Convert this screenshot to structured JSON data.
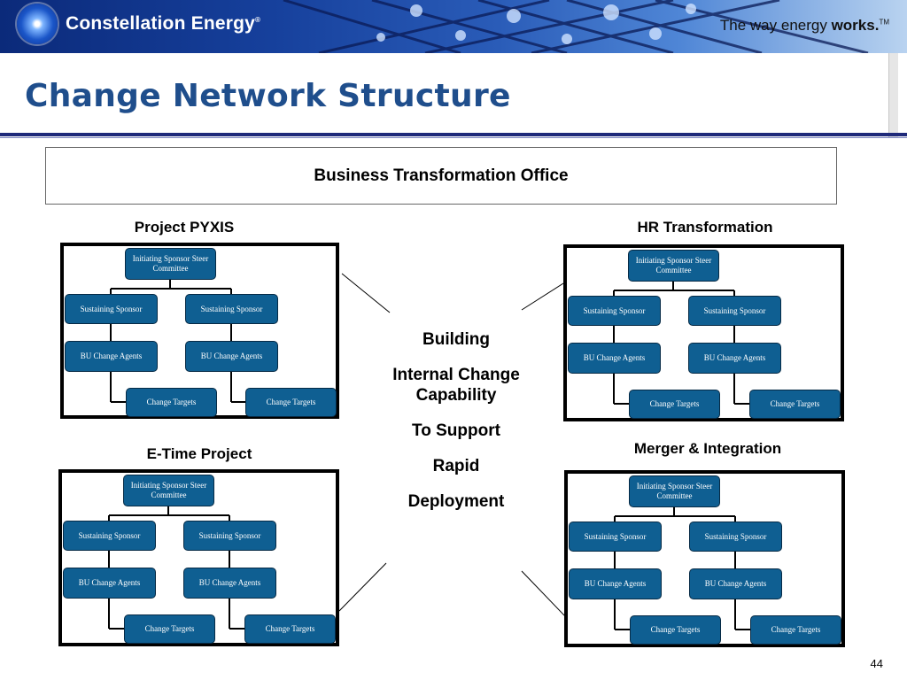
{
  "header": {
    "company": "Constellation Energy",
    "tagline_prefix": "The way energy ",
    "tagline_bold": "works."
  },
  "slide": {
    "title": "Change Network Structure",
    "top_box": "Business Transformation Office",
    "page_number": "44"
  },
  "center": {
    "lines": [
      "Building",
      "Internal Change Capability",
      "To Support",
      "Rapid",
      "Deployment"
    ]
  },
  "projects": [
    {
      "label": "Project PYXIS"
    },
    {
      "label": "HR Transformation"
    },
    {
      "label": "E-Time Project"
    },
    {
      "label": "Merger & Integration"
    }
  ],
  "org_chart": {
    "root": "Initiating Sponsor Steer Committee",
    "sponsor": "Sustaining Sponsor",
    "agent": "BU Change Agents",
    "target": "Change Targets"
  }
}
